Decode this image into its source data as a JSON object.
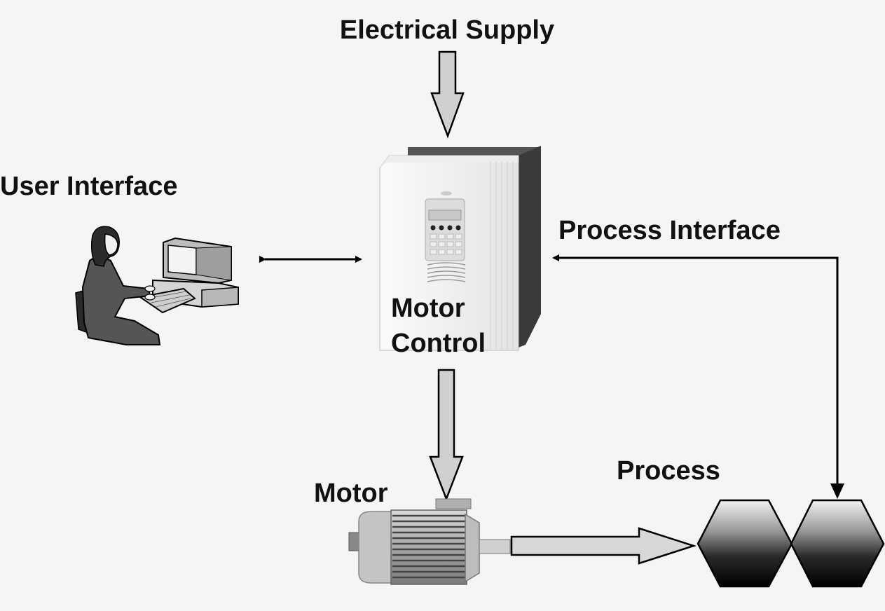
{
  "labels": {
    "electrical_supply": "Electrical Supply",
    "user_interface": "User Interface",
    "process_interface": "Process Interface",
    "motor_control_line1": "Motor",
    "motor_control_line2": "Control",
    "motor": "Motor",
    "process": "Process"
  },
  "icons": {
    "user": "person-at-computer-icon",
    "drive": "motor-drive-unit-icon",
    "motor": "electric-motor-icon",
    "process": "hexagon-process-icon"
  }
}
